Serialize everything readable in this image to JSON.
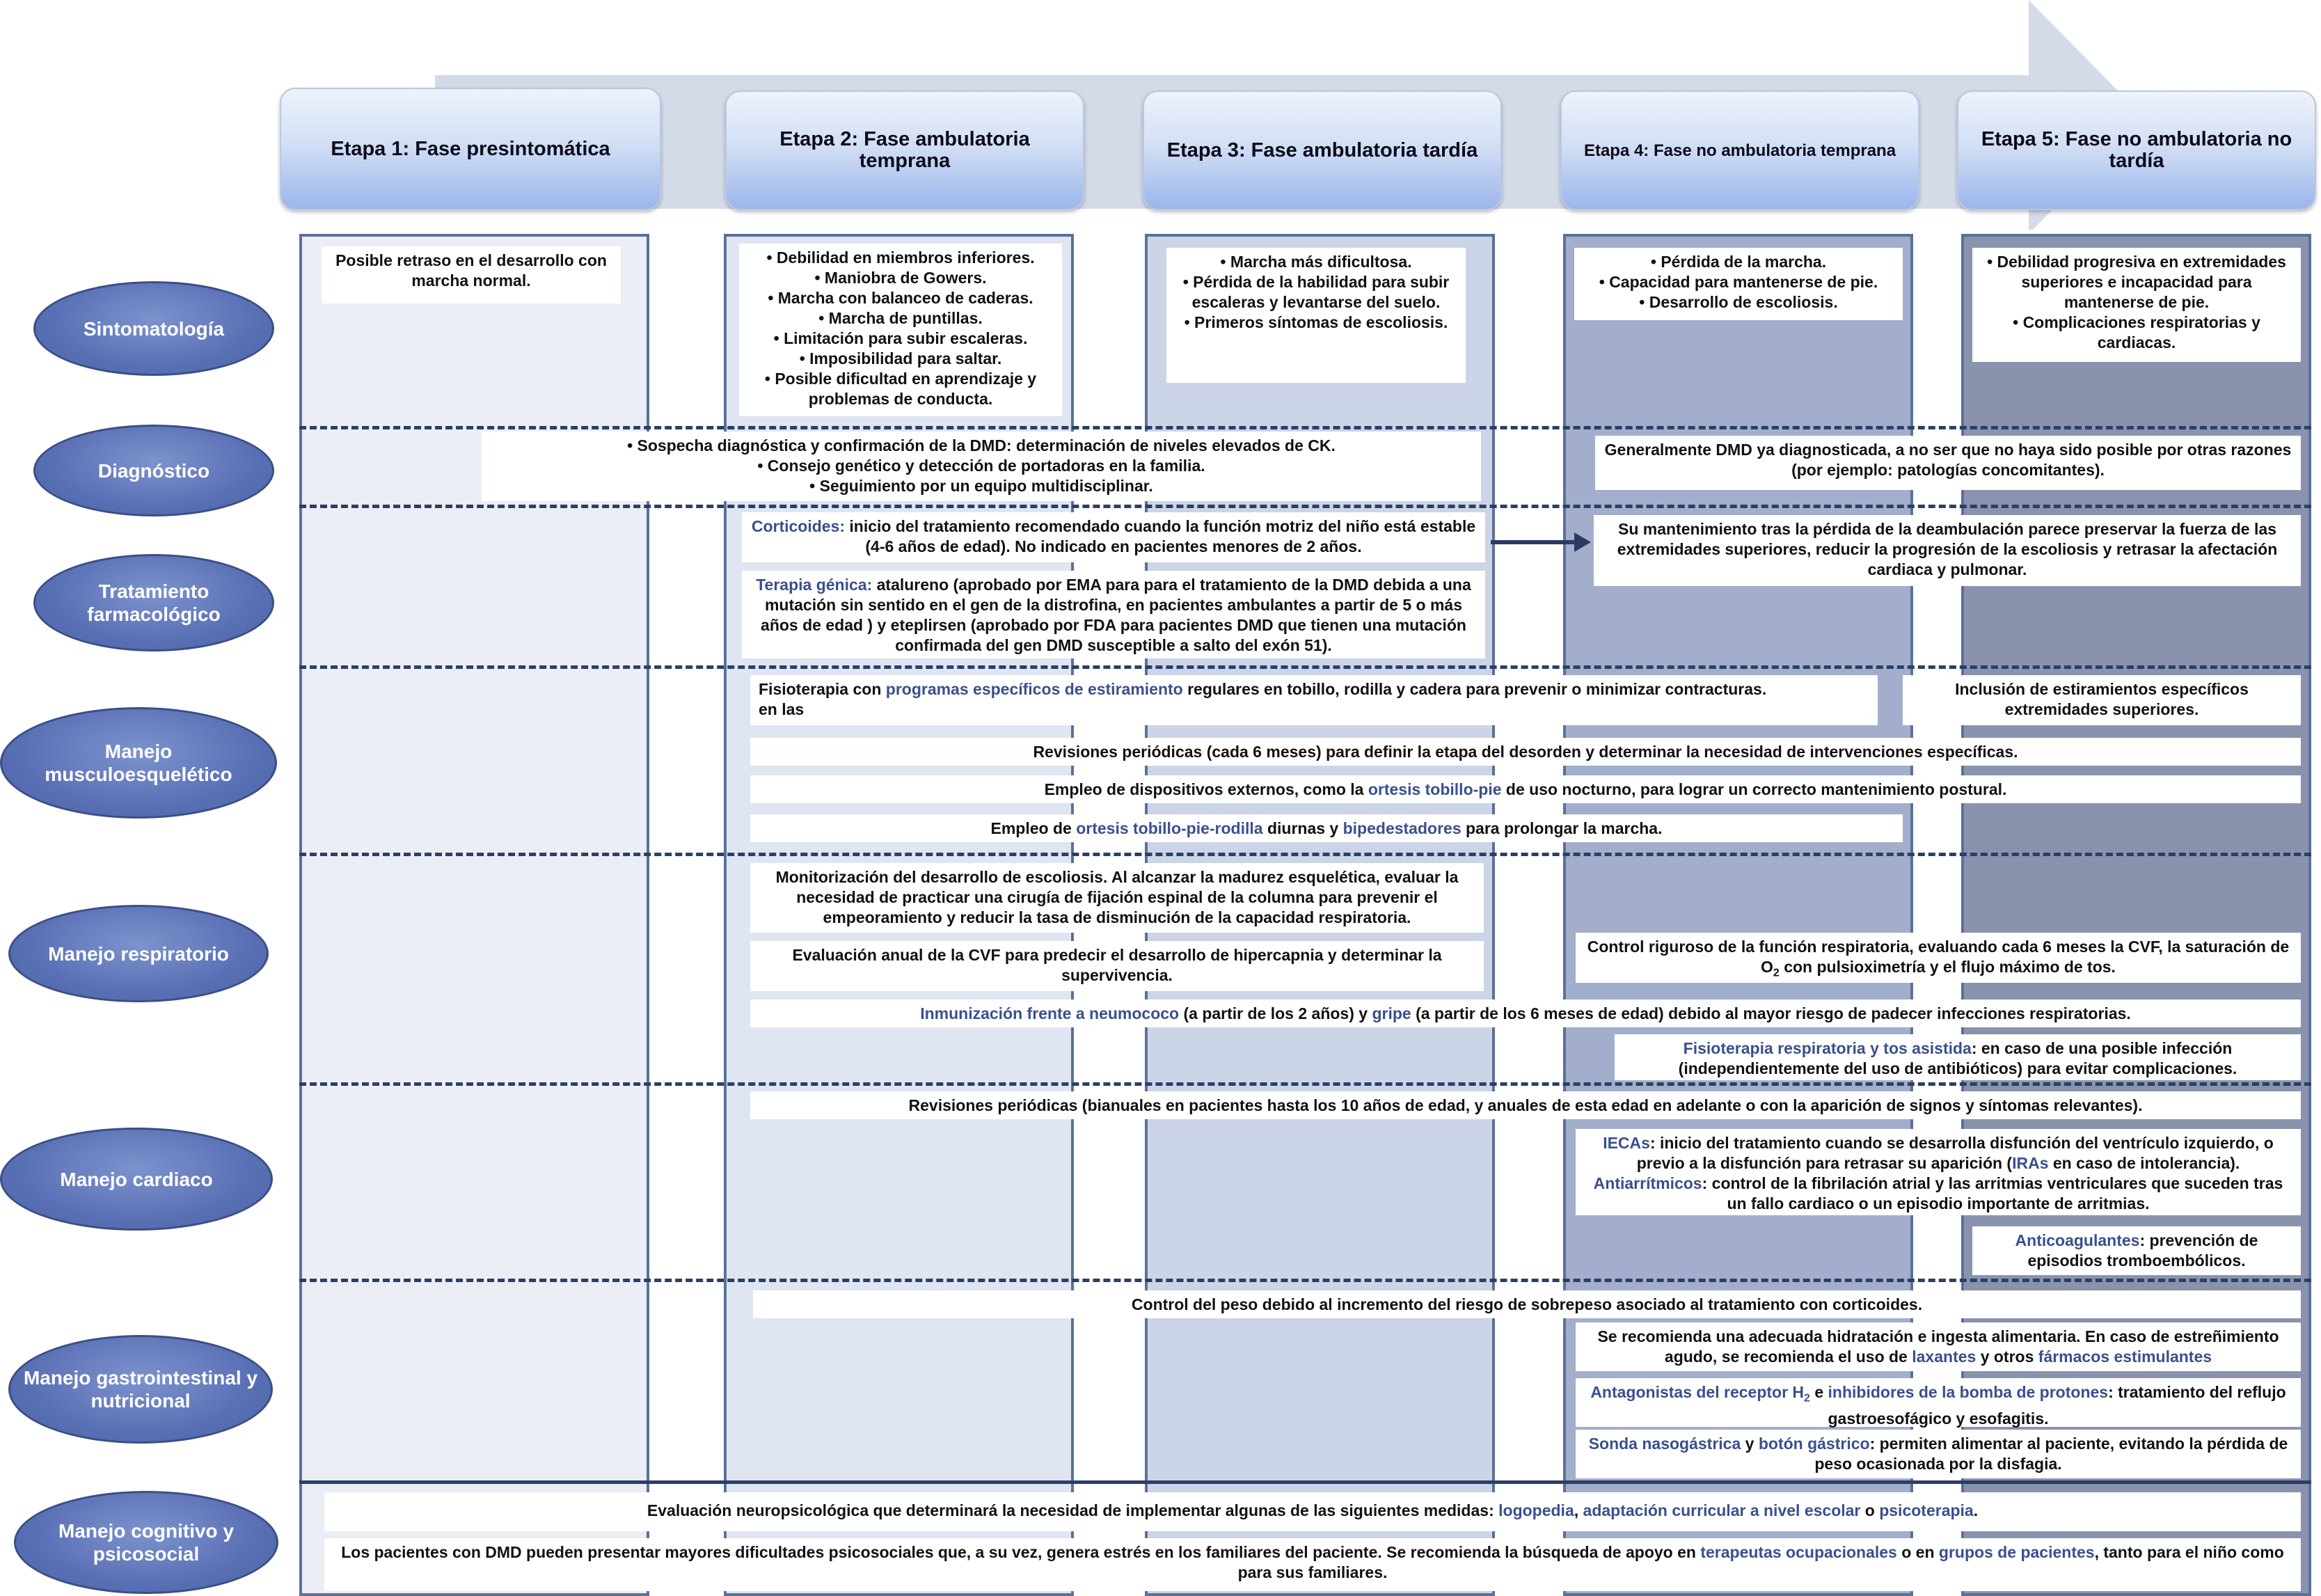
{
  "stages": [
    {
      "label": "Etapa 1: Fase presintomática"
    },
    {
      "label": "Etapa 2: Fase ambulatoria temprana"
    },
    {
      "label": "Etapa 3: Fase ambulatoria tardía"
    },
    {
      "label": "Etapa 4: Fase no ambulatoria temprana"
    },
    {
      "label": "Etapa 5: Fase no ambulatoria no tardía"
    }
  ],
  "rows": [
    {
      "label": "Sintomatología"
    },
    {
      "label": "Diagnóstico"
    },
    {
      "label": "Tratamiento farmacológico"
    },
    {
      "label": "Manejo musculoesquelético"
    },
    {
      "label": "Manejo respiratorio"
    },
    {
      "label": "Manejo cardiaco"
    },
    {
      "label": "Manejo gastrointestinal y nutricional"
    },
    {
      "label": "Manejo cognitivo y psicosocial"
    }
  ],
  "sintomatologia": {
    "s1": "Posible retraso en el desarrollo con marcha normal.",
    "s2": [
      "• Debilidad en miembros inferiores.",
      "• Maniobra de Gowers.",
      "• Marcha con balanceo de caderas.",
      "• Marcha de puntillas.",
      "• Limitación para subir escaleras.",
      "• Imposibilidad para saltar.",
      "• Posible dificultad en aprendizaje y problemas de conducta."
    ],
    "s3": [
      "• Marcha más dificultosa.",
      "• Pérdida de la habilidad para subir escaleras y levantarse del suelo.",
      "• Primeros síntomas de escoliosis."
    ],
    "s4": [
      "• Pérdida de la marcha.",
      "• Capacidad para mantenerse de pie.",
      "• Desarrollo de escoliosis."
    ],
    "s5": [
      "• Debilidad progresiva en extremidades superiores e incapacidad para mantenerse de pie.",
      "• Complicaciones respiratorias y cardiacas."
    ]
  },
  "diagnostico": {
    "d1": [
      "•  Sospecha diagnóstica y confirmación de la DMD: determinación de niveles elevados de CK.",
      "•   Consejo genético y detección de portadoras en la familia.",
      "•   Seguimiento por un equipo multidisciplinar."
    ],
    "d2": "Generalmente DMD ya diagnosticada, a no ser que no haya sido posible por otras razones (por ejemplo: patologías concomitantes)."
  },
  "tratamiento": {
    "corticoides_term": "Corticoides:",
    "corticoides_text": " inicio del tratamiento recomendado cuando la función motriz del niño está estable (4-6 años de edad). No indicado en pacientes menores de 2 años.",
    "terapia_term": "Terapia génica:",
    "terapia_drug1": "atalureno",
    "terapia_text1": " (aprobado por EMA para para el tratamiento de la DMD debida a una mutación sin sentido en el gen de la distrofina, en pacientes ambulantes a partir de 5 o más años de edad ) y ",
    "terapia_drug2": "eteplirsen",
    "terapia_text2": " (aprobado por FDA para pacientes DMD que tienen una mutación confirmada del gen DMD susceptible a salto del exón 51).",
    "mantenimiento": "Su mantenimiento tras la pérdida de la deambulación parece preservar la fuerza de las extremidades superiores, reducir la progresión de la escoliosis y retrasar la afectación cardiaca y pulmonar."
  },
  "musculo": {
    "fisio_a": "Fisioterapia con ",
    "fisio_term": "programas específicos de estiramiento",
    "fisio_b": " regulares en tobillo, rodilla y cadera para prevenir o minimizar contracturas.",
    "fisio_c": "en las",
    "inclusion": "Inclusión de estiramientos específicos extremidades superiores.",
    "revisiones": "Revisiones periódicas (cada 6 meses) para definir la etapa del desorden y determinar la necesidad de intervenciones específicas.",
    "disp_a": "Empleo de dispositivos externos, como la ",
    "disp_term": "ortesis tobillo-pie",
    "disp_b": " de uso nocturno, para lograr un correcto mantenimiento postural.",
    "ortesis_a": "Empleo de ",
    "ortesis_term1": "ortesis tobillo-pie-rodilla",
    "ortesis_b": " diurnas y ",
    "ortesis_term2": "bipedestadores",
    "ortesis_c": " para prolongar la marcha."
  },
  "respiratorio": {
    "escoliosis": "Monitorización del desarrollo de escoliosis. Al alcanzar la madurez esquelética, evaluar la necesidad de practicar una cirugía de fijación espinal de la columna para prevenir el empeoramiento y reducir la tasa de disminución de la capacidad respiratoria.",
    "cvf": "Evaluación anual de la CVF para predecir el desarrollo de hipercapnia y determinar la supervivencia.",
    "control_a": "Control riguroso de la función respiratoria, evaluando cada 6 meses la CVF, la saturación de O",
    "control_sub": "2",
    "control_b": " con pulsioximetría y el flujo máximo de tos.",
    "inmun_term": "Inmunización frente a neumococo",
    "inmun_a": " (a partir de los 2 años) y ",
    "inmun_term2": "gripe",
    "inmun_b": " (a partir de los 6 meses de edad) debido al mayor riesgo de padecer infecciones respiratorias.",
    "fisio_term": "Fisioterapia respiratoria y tos asistida",
    "fisio_text": ": en caso de una posible infección (independientemente del uso de antibióticos) para evitar complicaciones."
  },
  "cardiaco": {
    "revisiones": "Revisiones periódicas (bianuales en pacientes hasta los 10 años de edad, y anuales de esta edad en adelante o con la aparición de signos y síntomas relevantes).",
    "ieca_term": "IECAs",
    "ieca_a": ": inicio del tratamiento cuando se desarrolla disfunción del ventrículo izquierdo, o previo a la disfunción para retrasar su aparición (",
    "ira_term": "IRAs",
    "ieca_b": " en caso de intolerancia).",
    "anti_term": "Antiarrítmicos",
    "anti_text": ": control de la fibrilación atrial y las arritmias ventriculares que suceden tras un fallo cardiaco o un episodio importante de arritmias.",
    "anticoag_term": "Anticoagulantes",
    "anticoag_text": ": prevención de episodios tromboembólicos."
  },
  "gastro": {
    "peso": "Control del peso debido al incremento del riesgo de sobrepeso asociado al tratamiento con corticoides.",
    "hidr_a": "Se recomienda una adecuada hidratación e ingesta alimentaria. En caso de estreñimiento agudo, se recomienda el uso de ",
    "hidr_term1": "laxantes",
    "hidr_b": " y otros ",
    "hidr_term2": "fármacos estimulantes",
    "antag_term_a": "Antagonistas del receptor H",
    "antag_sub": "2",
    "antag_mid": " e ",
    "antag_term_b": "inhibidores de la bomba de protones",
    "antag_text": ": tratamiento del reflujo gastroesofágico y esofagitis.",
    "sonda_term1": "Sonda nasogástrica",
    "sonda_a": " y ",
    "sonda_term2": "botón gástrico",
    "sonda_b": ": permiten alimentar al paciente, evitando la pérdida de peso ocasionada por la disfagia."
  },
  "cognitivo": {
    "eval_a": "Evaluación neuropsicológica que determinará la necesidad de implementar algunas de las siguientes medidas: ",
    "eval_term1": "logopedia",
    "eval_sep1": ", ",
    "eval_term2": "adaptación curricular a nivel escolar",
    "eval_sep2": " o ",
    "eval_term3": "psicoterapia",
    "eval_end": ".",
    "pac_a": "Los pacientes con DMD pueden presentar mayores dificultades psicosociales que, a su vez, genera estrés en los familiares del paciente. Se recomienda la búsqueda de apoyo en ",
    "pac_term1": "terapeutas ocupacionales",
    "pac_b": " o en ",
    "pac_term2": "grupos de pacientes",
    "pac_c": ", tanto para el niño como para sus familiares."
  },
  "colors": {
    "accent": "#3a4f8e",
    "row_label": "#5a70b5",
    "column_border": "#5a7198",
    "arrow": "#d4dbe8"
  }
}
